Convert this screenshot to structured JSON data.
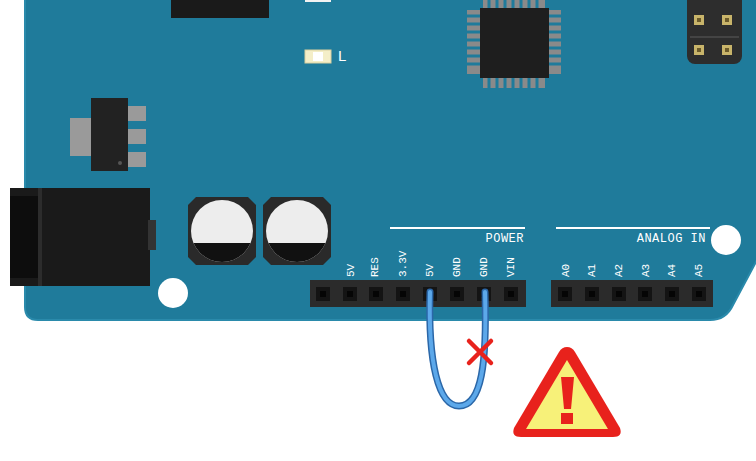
{
  "diagram": {
    "labels": [
      "L",
      "POWER",
      "ANALOG IN",
      "5V",
      "RES",
      "3.3V",
      "5V",
      "GND",
      "GND",
      "VIN",
      "A0",
      "A1",
      "A2",
      "A3",
      "A4",
      "A5"
    ]
  }
}
